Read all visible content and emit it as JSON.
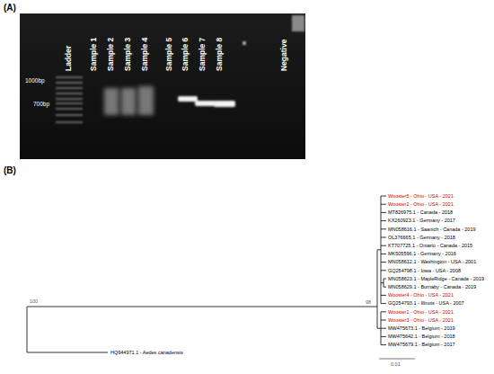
{
  "diagram": {
    "labels": [
      "(A)",
      "Ladder",
      "Sample 1",
      "Sample 2",
      "Sample 3",
      "Sample 4",
      "Sample 5",
      "Sample 6",
      "Sample 7",
      "Sample 8",
      "Negative",
      "1000bp",
      "700bp",
      "(B)",
      "Wooster5 - Ohio - USA - 2021",
      "Wooster2 - Ohio - USA - 2021",
      "MT826975.1 - Canada - 2018",
      "KX260923.1 - Germany - 2017",
      "MN058616.1 - Saanich - Canada - 2019",
      "OL376665.1 - Germany - 2018",
      "KT707725.1 - Ontario - Canada - 2015",
      "MK505596.1 - Germany - 2016",
      "MN058612.1 - Washington - USA - 2001",
      "GQ254798.1 - Iowa - USA - 2008",
      "MN058623.1 - MapleRidge - Canada - 2019",
      "MN058629.1 - Burnaby - Canada - 2019",
      "Wooster4 - Ohio - USA - 2021",
      "GQ254793.1 - Illinois - USA - 2007",
      "Wooster1 - Ohio - USA - 2021",
      "Wooster3 - Ohio - USA - 2021",
      "MW475673.1 - Belgium - 2019",
      "MW475642.1 - Belgium - 2018",
      "MW475679.1 - Belgium - 2017",
      "HQ944971.1 - Aedes canadensis",
      "100",
      "98",
      "0.01"
    ]
  }
}
